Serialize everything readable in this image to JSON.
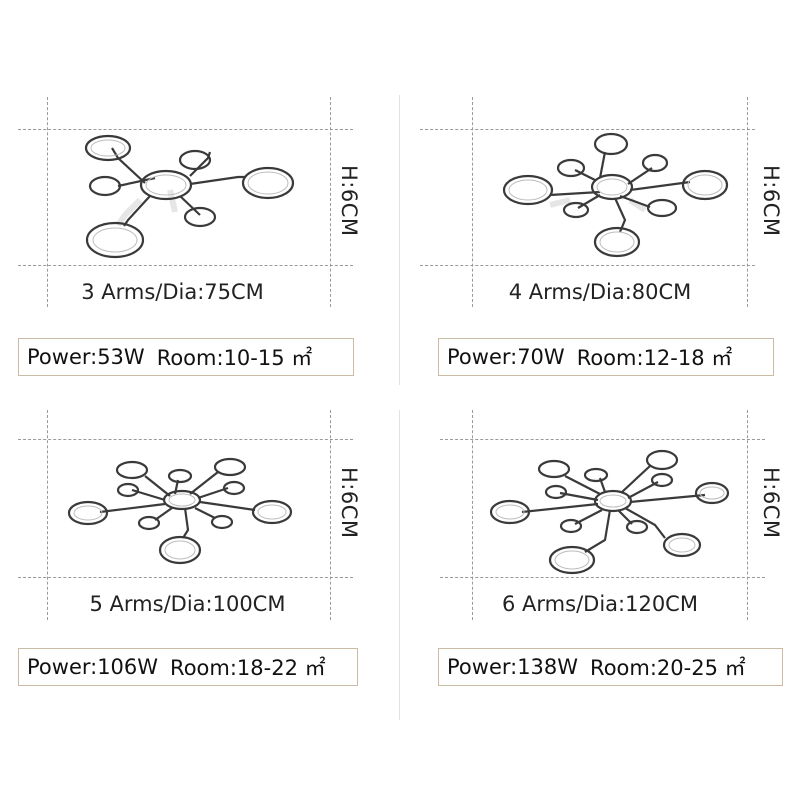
{
  "panels": [
    {
      "id": "3-arms",
      "height_label": "H:6CM",
      "caption": "3 Arms/Dia:75CM",
      "power": "Power:53W",
      "room": "Room:10-15 ㎡"
    },
    {
      "id": "4-arms",
      "height_label": "H:6CM",
      "caption": "4 Arms/Dia:80CM",
      "power": "Power:70W",
      "room": "Room:12-18 ㎡"
    },
    {
      "id": "5-arms",
      "height_label": "H:6CM",
      "caption": "5 Arms/Dia:100CM",
      "power": "Power:106W",
      "room": "Room:18-22 ㎡"
    },
    {
      "id": "6-arms",
      "height_label": "H:6CM",
      "caption": "6 Arms/Dia:120CM",
      "power": "Power:138W",
      "room": "Room:20-25 ㎡"
    }
  ],
  "colors": {
    "frame": "#3a3a3a",
    "guide": "#9a9a9a",
    "box_border": "#c9bba4"
  }
}
